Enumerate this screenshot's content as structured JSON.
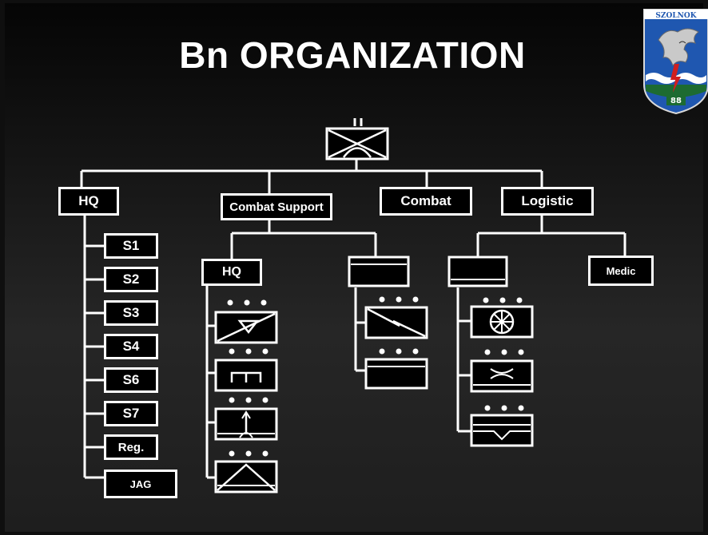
{
  "slide": {
    "title": "Bn ORGANIZATION",
    "emblem": {
      "top_text": "SZOLNOK",
      "number": "88",
      "colors": {
        "blue": "#1f57b0",
        "green": "#1d6b31",
        "red": "#d01f1f",
        "white": "#ffffff"
      }
    }
  },
  "org": {
    "branches": {
      "hq": "HQ",
      "combat_support": "Combat Support",
      "combat": "Combat",
      "logistic": "Logistic"
    },
    "staff_sections": [
      "S1",
      "S2",
      "S3",
      "S4",
      "S6",
      "S7",
      "Reg.",
      "JAG"
    ],
    "combat_support_hq": "HQ",
    "medic": "Medic",
    "icons": {
      "battalion": "battalion-symbol-icon",
      "platoon_dots": "platoon-dots-icon"
    }
  },
  "colors": {
    "background": "#1e1e1e",
    "lines": "#ffffff",
    "box_black": "#000000",
    "box_white": "#ffffff"
  }
}
